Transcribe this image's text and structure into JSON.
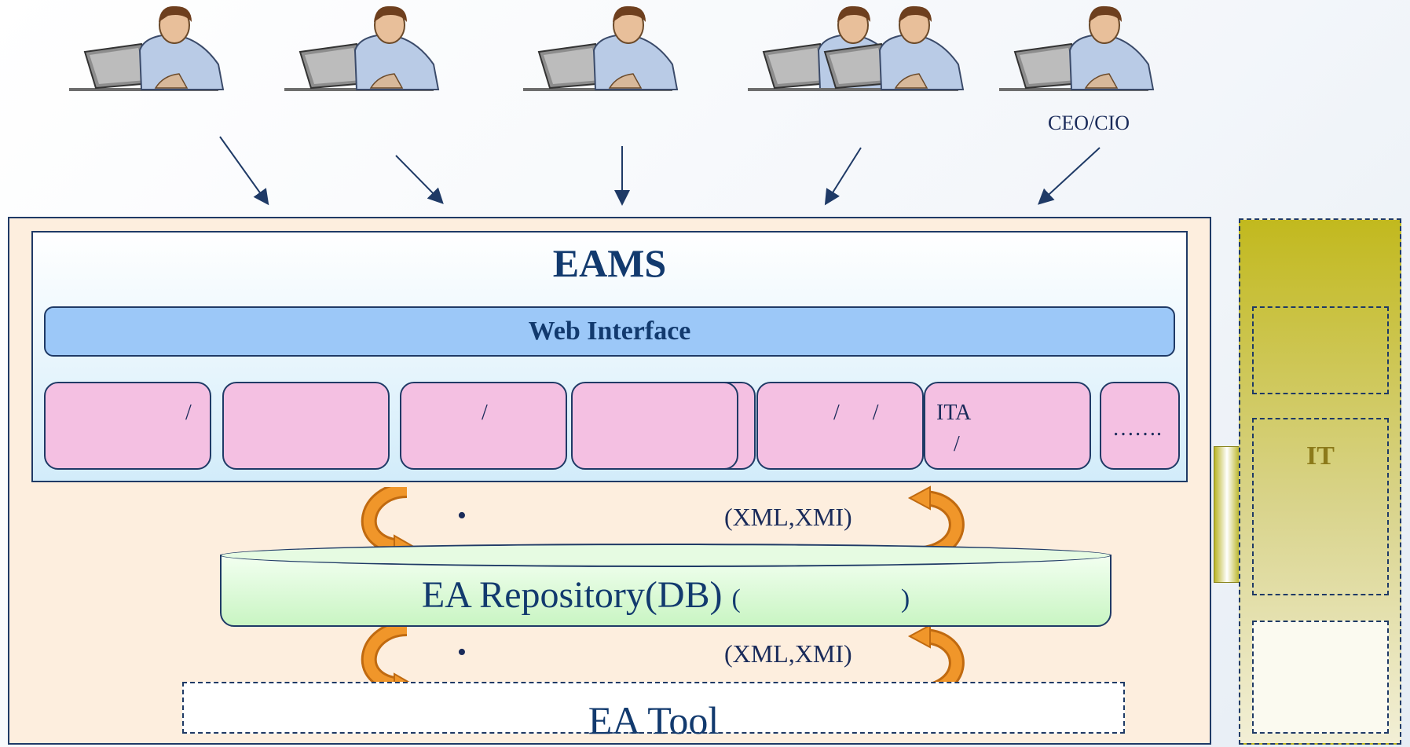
{
  "users": [
    {
      "icon": "person-at-laptop-icon"
    },
    {
      "icon": "person-at-laptop-icon"
    },
    {
      "icon": "person-at-laptop-icon"
    },
    {
      "icon": "two-persons-at-laptops-icon"
    },
    {
      "icon": "person-at-laptop-icon",
      "caption": "CEO/CIO"
    }
  ],
  "eams": {
    "title": "EAMS",
    "web_interface": "Web Interface",
    "modules": [
      {
        "text": "/"
      },
      {
        "text": ""
      },
      {
        "text": "/"
      },
      {
        "text": ""
      },
      {
        "text": "/      /"
      },
      {
        "line1": "ITA",
        "line2": "/"
      },
      {
        "text": "……."
      }
    ]
  },
  "exchange_top": {
    "bullet": "•",
    "format": "(XML,XMI)"
  },
  "repository": {
    "label": "EA Repository(DB)",
    "paren_open": "(",
    "paren_close": ")"
  },
  "exchange_bottom": {
    "bullet": "•",
    "format": "(XML,XMI)"
  },
  "tool": {
    "label": "EA Tool"
  },
  "right_panel": {
    "it_label": "IT"
  },
  "colors": {
    "frame": "#fdeede",
    "eams_bg": "#d2ecfa",
    "web_interface": "#9cc8f8",
    "modules": "#f4c0e2",
    "repository": "#c9f5c3",
    "right_panel": "#c2b91e",
    "sync_arrows": "#e8861a"
  }
}
